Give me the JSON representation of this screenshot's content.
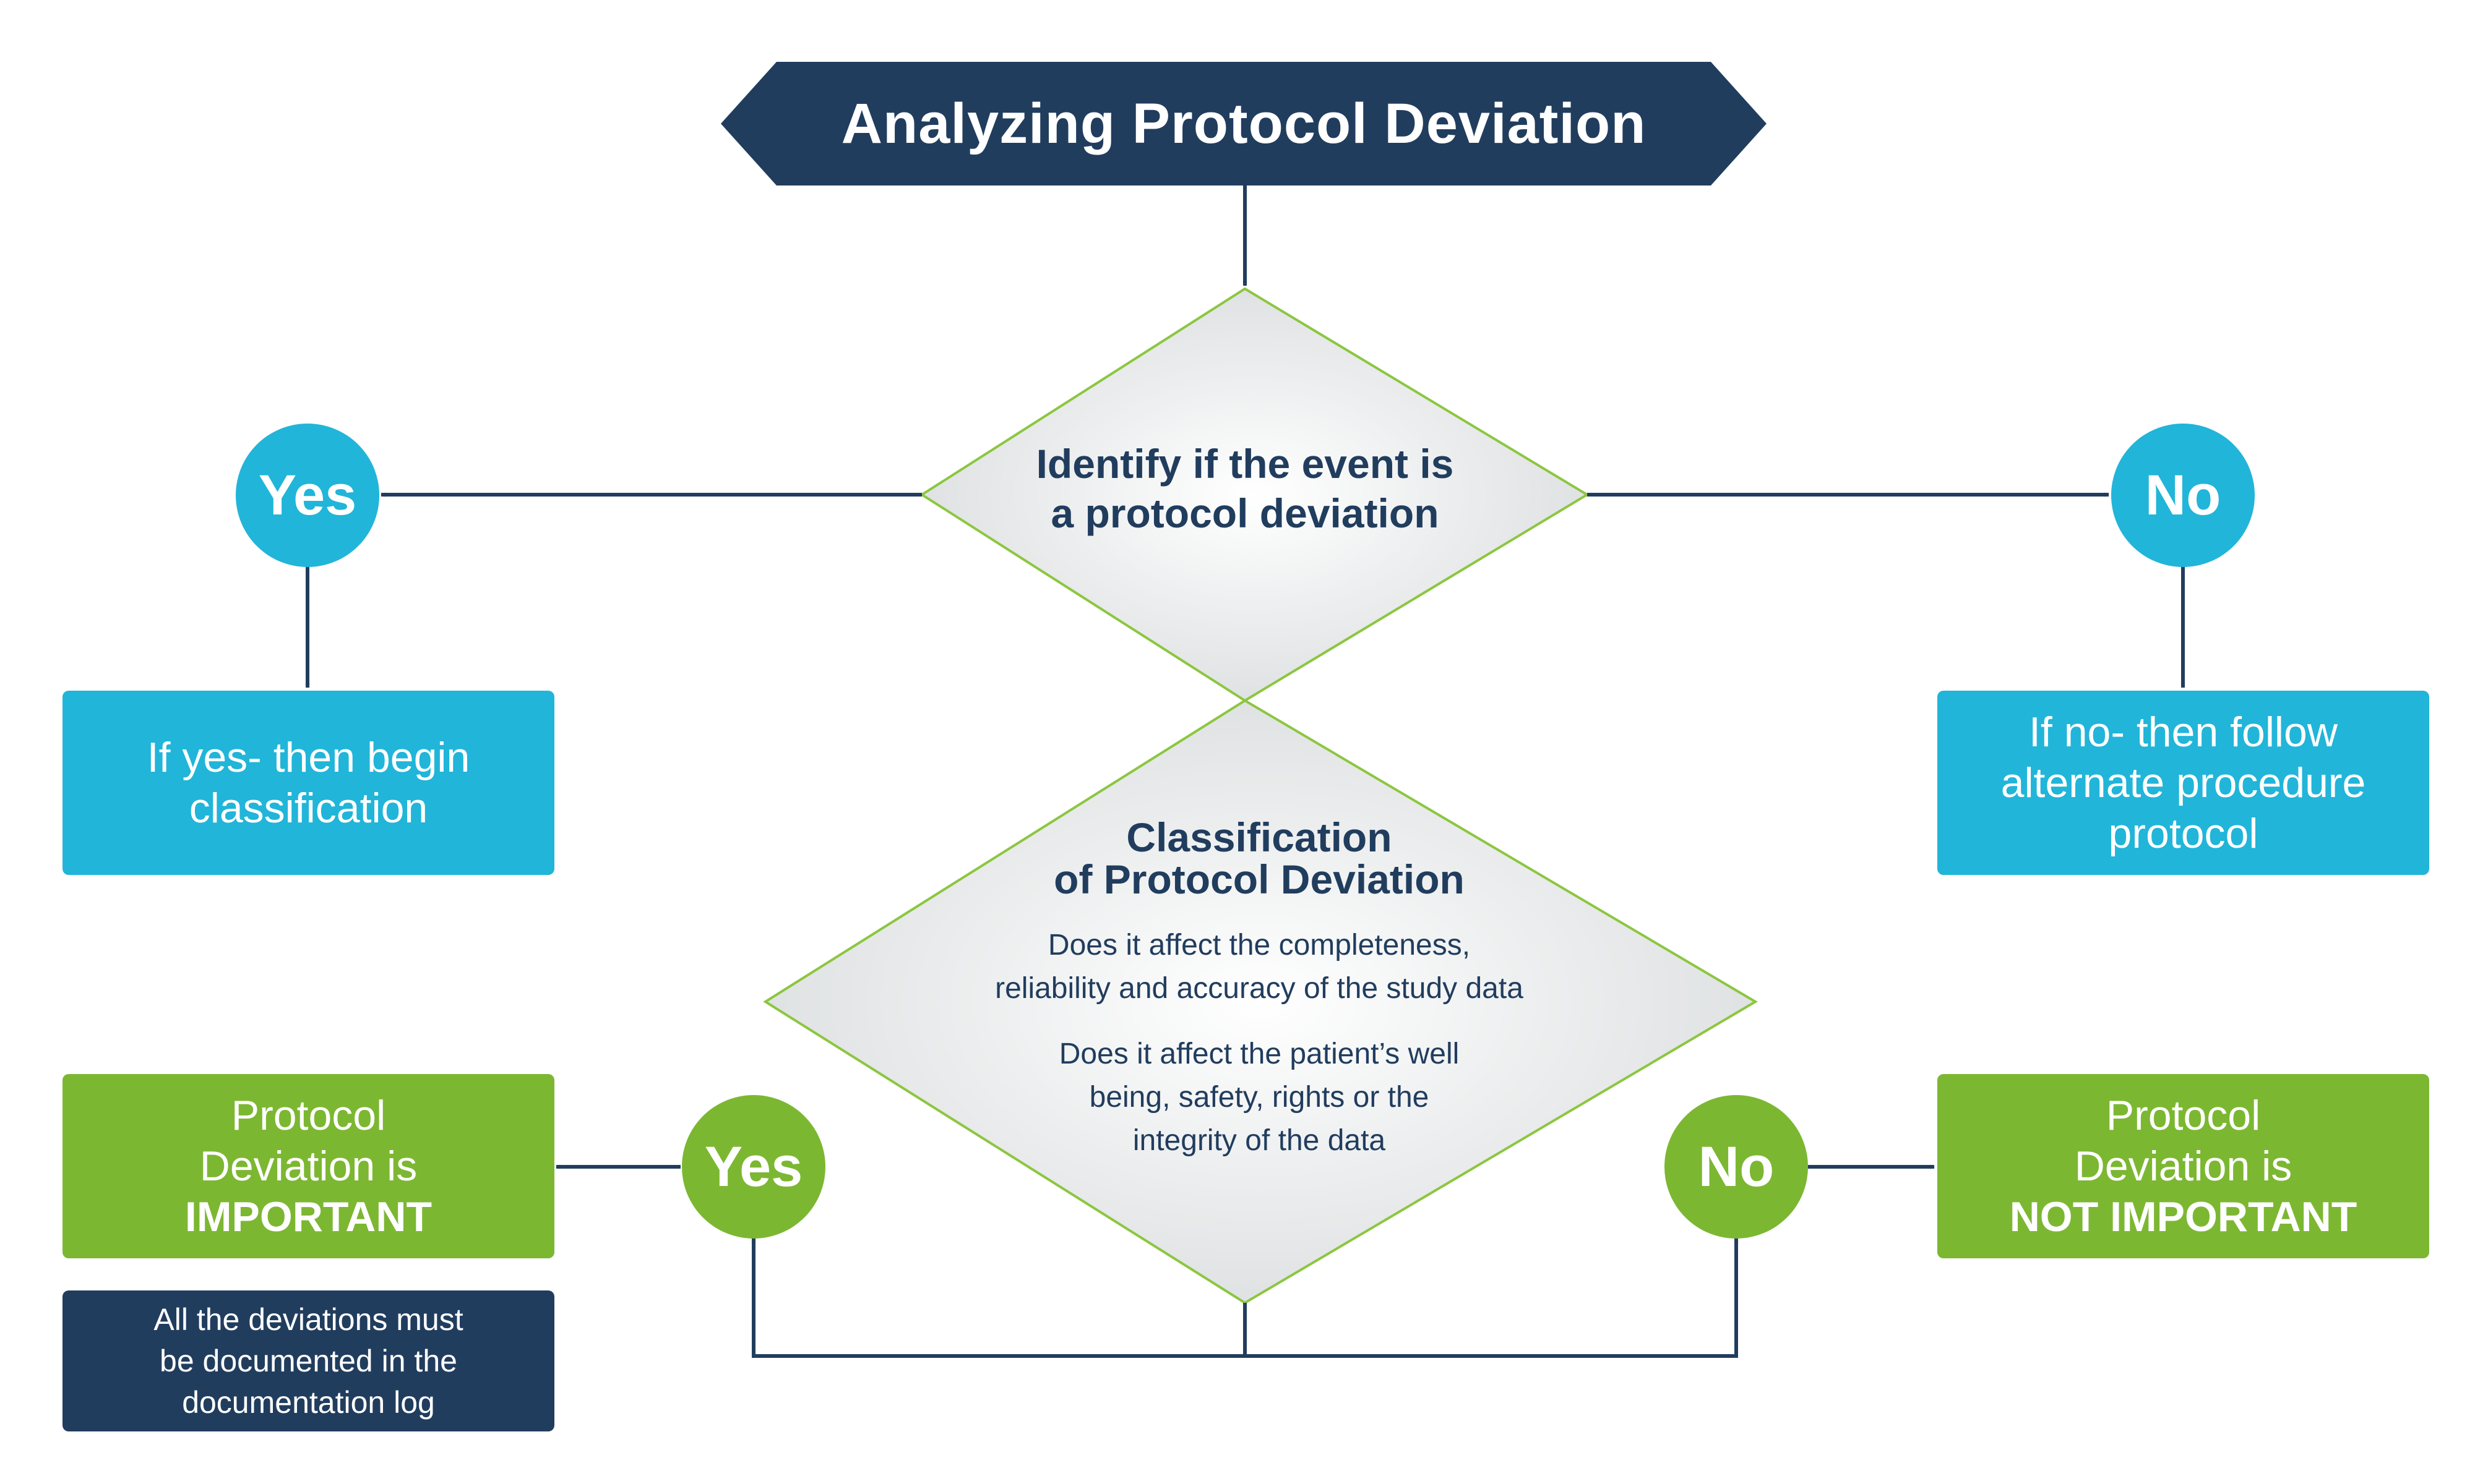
{
  "title": "Analyzing Protocol Deviation",
  "decision1": {
    "line1": "Identify if the event is",
    "line2": "a protocol deviation"
  },
  "yes_top": "Yes",
  "no_top": "No",
  "yes_box": {
    "line1": "If yes- then begin",
    "line2": "classification"
  },
  "no_box": {
    "line1": "If no- then follow",
    "line2": "alternate procedure",
    "line3": "protocol"
  },
  "decision2": {
    "title_line1": "Classification",
    "title_line2": "of Protocol Deviation",
    "q1_line1": "Does it affect the completeness,",
    "q1_line2": "reliability and accuracy of the study data",
    "q2_line1": "Does it affect the patient’s well",
    "q2_line2": "being, safety, rights or the",
    "q2_line3": "integrity of the data"
  },
  "yes_bottom": "Yes",
  "no_bottom": "No",
  "important_box": {
    "line1": "Protocol",
    "line2": "Deviation is",
    "line3": "IMPORTANT"
  },
  "not_important_box": {
    "line1": "Protocol",
    "line2": "Deviation is",
    "line3": "NOT IMPORTANT"
  },
  "note_box": {
    "line1": "All the deviations must",
    "line2": "be documented in the",
    "line3": "documentation log"
  },
  "colors": {
    "navy": "#213d5e",
    "cyan": "#21b5d9",
    "green": "#7cb732",
    "diamond_border": "#8cc63f"
  }
}
